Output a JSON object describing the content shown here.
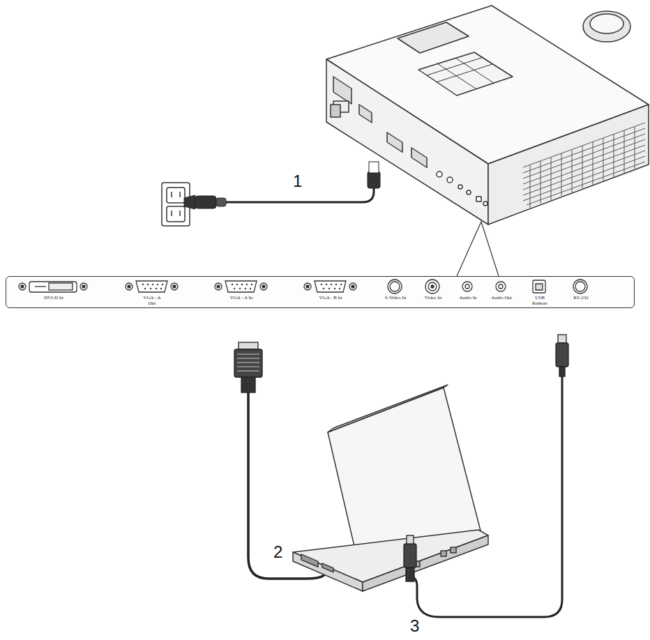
{
  "diagram": {
    "nodes": [
      {
        "text": [
          "DVI-D In",
          "VGA - A Out",
          "VGA - A In",
          "VGA - B In",
          "S-Video In",
          "Video In",
          "Audio In",
          "Audio Out",
          "USB Remote",
          "RS-232"
        ]
      }
    ],
    "labels": [
      "1",
      "2",
      "3"
    ]
  }
}
